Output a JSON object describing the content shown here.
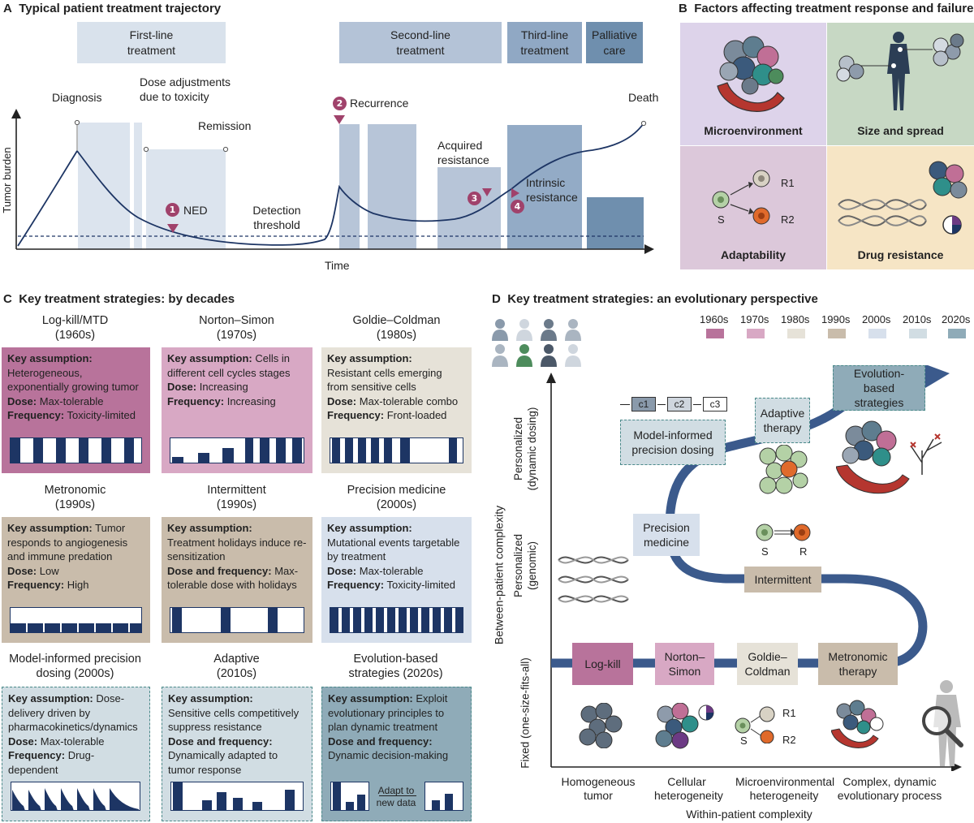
{
  "panelA": {
    "title": "Typical patient treatment trajectory",
    "letter": "A",
    "phases": [
      "First-line treatment",
      "Second-line treatment",
      "Third-line treatment",
      "Palliative care"
    ],
    "events": {
      "diagnosis": "Diagnosis",
      "dose_adjust": "Dose adjustments due to toxicity",
      "remission": "Remission",
      "ned": "NED",
      "detection": "Detection threshold",
      "recurrence": "Recurrence",
      "acquired": "Acquired resistance",
      "intrinsic": "Intrinsic resistance",
      "death": "Death"
    },
    "badges": [
      "1",
      "2",
      "3",
      "4"
    ],
    "y_axis": "Tumor burden",
    "x_axis": "Time"
  },
  "panelB": {
    "title": "Factors affecting treatment response and failure",
    "letter": "B",
    "quadrants": [
      "Microenvironment",
      "Size and spread",
      "Adaptability",
      "Drug resistance"
    ],
    "adapt_labels": {
      "s": "S",
      "r1": "R1",
      "r2": "R2"
    }
  },
  "panelC": {
    "title": "Key treatment strategies: by decades",
    "letter": "C",
    "strategies": [
      {
        "name": "Log-kill/MTD",
        "decade": "(1960s)",
        "k1": "Key assumption:",
        "v1": "Heterogeneous, exponentially growing tumor",
        "k2": "Dose:",
        "v2": "Max-tolerable",
        "k3": "Frequency:",
        "v3": "Toxicity-limited"
      },
      {
        "name": "Norton–Simon",
        "decade": "(1970s)",
        "k1": "Key assumption:",
        "v1": "Cells in different cell cycles stages",
        "k2": "Dose:",
        "v2": "Increasing",
        "k3": "Frequency:",
        "v3": "Increasing"
      },
      {
        "name": "Goldie–Coldman",
        "decade": "(1980s)",
        "k1": "Key assumption:",
        "v1": "Resistant cells emerging from sensitive cells",
        "k2": "Dose:",
        "v2": "Max-tolerable combo",
        "k3": "Frequency:",
        "v3": "Front-loaded"
      },
      {
        "name": "Metronomic",
        "decade": "(1990s)",
        "k1": "Key assumption:",
        "v1": "Tumor responds to angiogenesis and immune predation",
        "k2": "Dose:",
        "v2": "Low",
        "k3": "Frequency:",
        "v3": "High"
      },
      {
        "name": "Intermittent",
        "decade": "(1990s)",
        "k1": "Key assumption:",
        "v1": "Treatment holidays induce re-sensitization",
        "k2": "Dose and frequency:",
        "v2": "Max-tolerable dose with holidays",
        "k3": "",
        "v3": ""
      },
      {
        "name": "Precision medicine",
        "decade": "(2000s)",
        "k1": "Key assumption:",
        "v1": "Mutational events targetable by treatment",
        "k2": "Dose:",
        "v2": "Max-tolerable",
        "k3": "Frequency:",
        "v3": "Toxicity-limited"
      },
      {
        "name": "Model-informed precision dosing (2000s)",
        "decade": "",
        "k1": "Key assumption:",
        "v1": "Dose-delivery driven by pharmacokinetics/dynamics",
        "k2": "Dose:",
        "v2": "Max-tolerable",
        "k3": "Frequency:",
        "v3": "Drug-dependent"
      },
      {
        "name": "Adaptive",
        "decade": "(2010s)",
        "k1": "Key assumption:",
        "v1": "Sensitive cells competitively suppress resistance",
        "k2": "Dose and frequency:",
        "v2": "Dynamically adapted to tumor response",
        "k3": "",
        "v3": ""
      },
      {
        "name": "Evolution-based strategies (2020s)",
        "decade": "",
        "k1": "Key assumption:",
        "v1": "Exploit evolutionary principles to plan dynamic treatment",
        "k2": "Dose and frequency:",
        "v2": "Dynamic decision-making",
        "k3": "",
        "v3": ""
      }
    ],
    "adapt_note": "Adapt to new data"
  },
  "panelD": {
    "title": "Key treatment strategies: an evolutionary perspective",
    "letter": "D",
    "legend": [
      "1960s",
      "1970s",
      "1980s",
      "1990s",
      "2000s",
      "2010s",
      "2020s"
    ],
    "legend_colors": [
      "#b8739b",
      "#d8a8c4",
      "#e6e2d8",
      "#c9bcab",
      "#d7e0ec",
      "#d1dde3",
      "#8fabb8"
    ],
    "boxes": {
      "logkill": "Log-kill",
      "norton": "Norton–Simon",
      "goldie": "Goldie–Coldman",
      "metronomic": "Metronomic therapy",
      "intermittent": "Intermittent",
      "precision": "Precision medicine",
      "mipd": "Model-informed precision dosing",
      "adaptive": "Adaptive therapy",
      "evolution": "Evolution-based strategies"
    },
    "chain": [
      "c1",
      "c2",
      "c3"
    ],
    "sr": {
      "s": "S",
      "r": "R",
      "r1": "R1",
      "r2": "R2"
    },
    "y_title": "Between-patient complexity",
    "y_levels": [
      "Personalized (dynamic dosing)",
      "Personalized (genomic)",
      "Fixed (one-size-fits-all)"
    ],
    "x_levels": [
      "Homogeneous tumor",
      "Cellular heterogeneity",
      "Microenvironmental heterogeneity",
      "Complex, dynamic evolutionary process"
    ],
    "x_title": "Within-patient complexity"
  }
}
